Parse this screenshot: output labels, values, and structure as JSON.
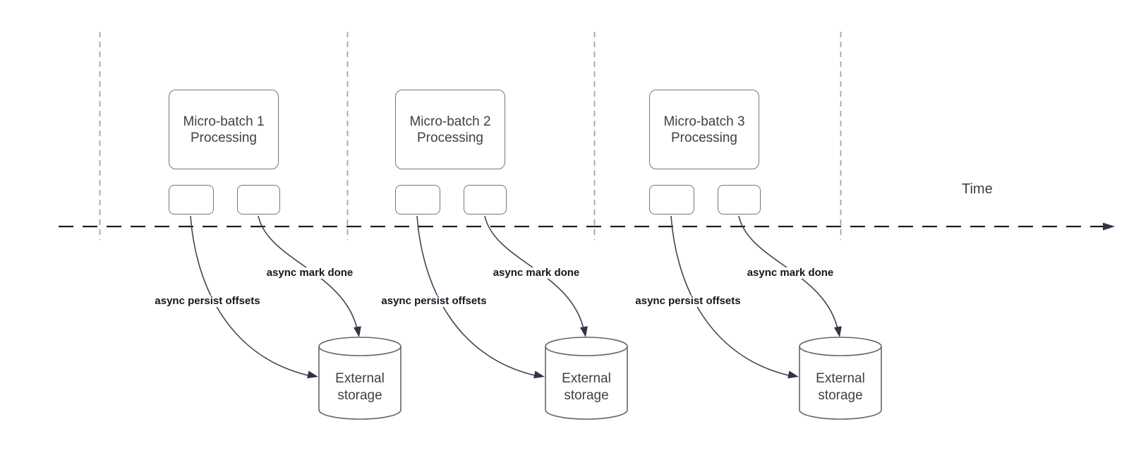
{
  "diagram": {
    "time_label": "Time",
    "batches": [
      {
        "title": "Micro-batch 1",
        "subtitle": "Processing",
        "persist_label": "async persist offsets",
        "mark_label": "async mark done",
        "storage_line1": "External",
        "storage_line2": "storage"
      },
      {
        "title": "Micro-batch 2",
        "subtitle": "Processing",
        "persist_label": "async persist offsets",
        "mark_label": "async mark done",
        "storage_line1": "External",
        "storage_line2": "storage"
      },
      {
        "title": "Micro-batch 3",
        "subtitle": "Processing",
        "persist_label": "async persist offsets",
        "mark_label": "async mark done",
        "storage_line1": "External",
        "storage_line2": "storage"
      }
    ],
    "colors": {
      "background": "#ffffff",
      "box_border": "#767676",
      "box_text": "#404040",
      "gridline": "#a6a6a6",
      "time_axis": "#1f1f1f",
      "arrow_stroke": "#3d4450",
      "arrowhead_fill": "#2f3542",
      "edge_label_text": "#14161f"
    }
  }
}
